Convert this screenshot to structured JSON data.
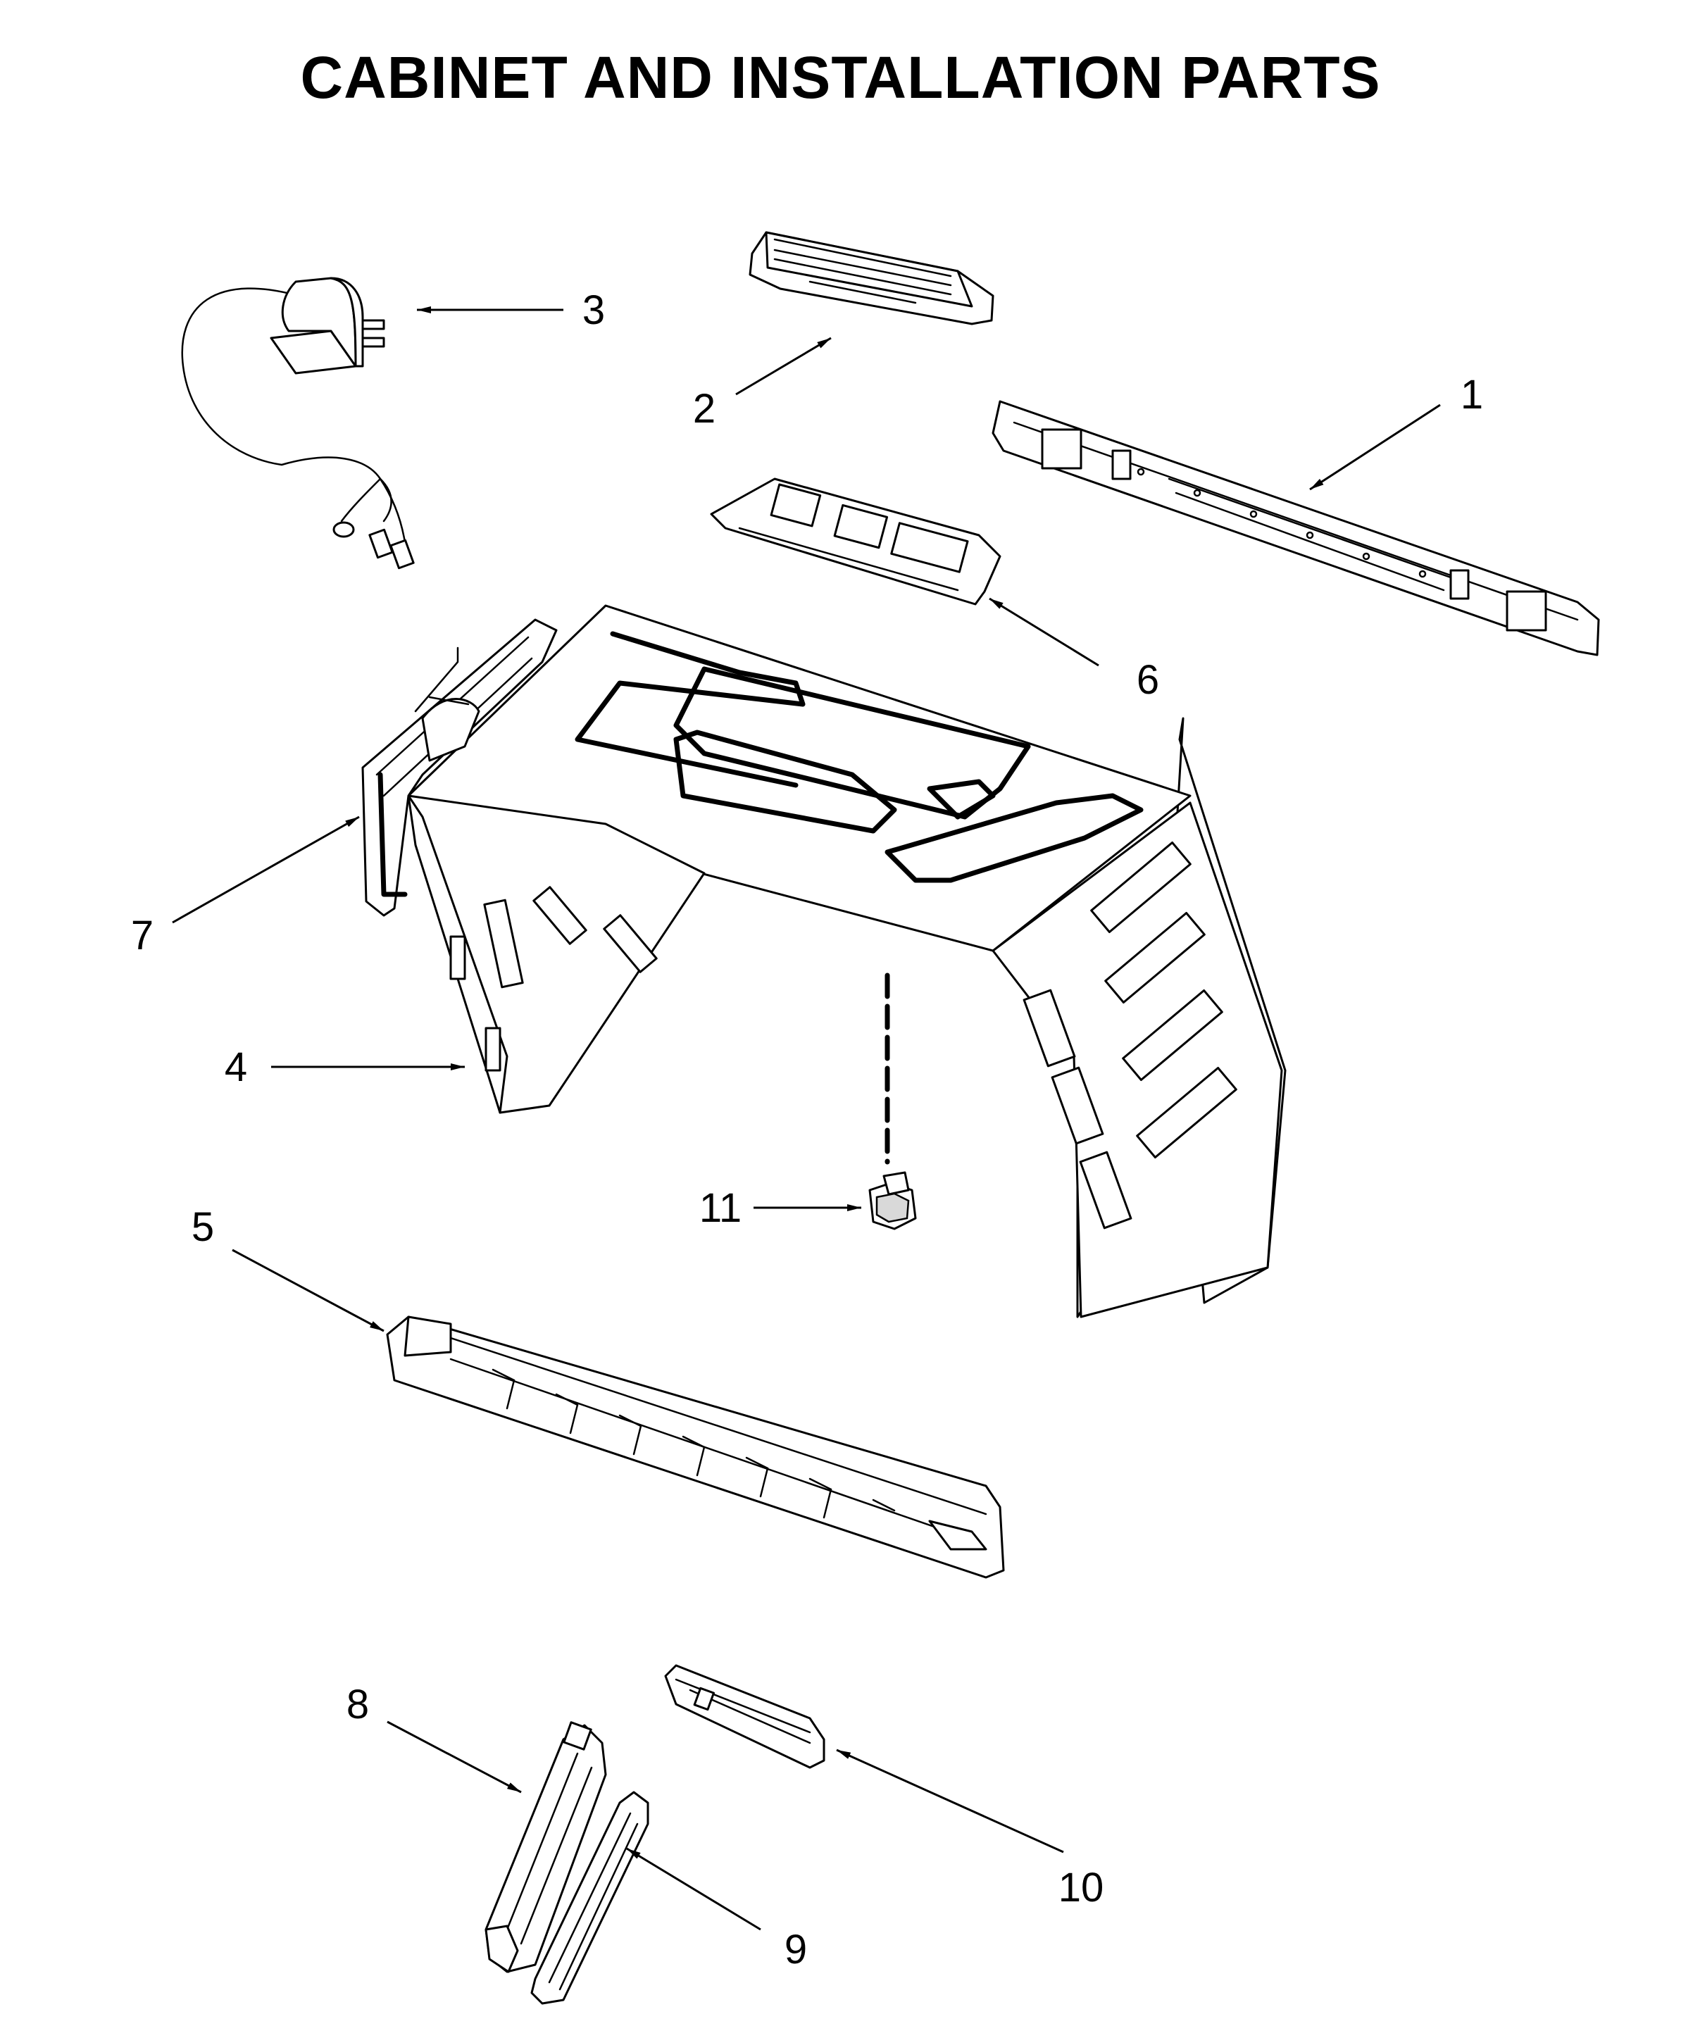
{
  "title": "CABINET AND INSTALLATION PARTS",
  "callouts": [
    {
      "id": "1",
      "label": "1",
      "part": "mounting-plate"
    },
    {
      "id": "2",
      "label": "2",
      "part": "top-bracket"
    },
    {
      "id": "3",
      "label": "3",
      "part": "power-cord"
    },
    {
      "id": "4",
      "label": "4",
      "part": "cabinet-wrapper"
    },
    {
      "id": "5",
      "label": "5",
      "part": "front-trim"
    },
    {
      "id": "6",
      "label": "6",
      "part": "top-plate"
    },
    {
      "id": "7",
      "label": "7",
      "part": "side-duct"
    },
    {
      "id": "8",
      "label": "8",
      "part": "left-bracket"
    },
    {
      "id": "9",
      "label": "9",
      "part": "bracket-cover"
    },
    {
      "id": "10",
      "label": "10",
      "part": "right-bracket"
    },
    {
      "id": "11",
      "label": "11",
      "part": "clip"
    }
  ]
}
